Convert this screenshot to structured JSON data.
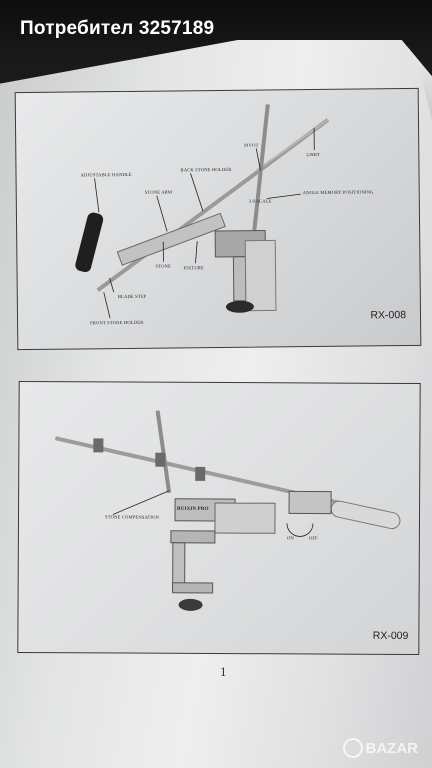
{
  "seller": {
    "name": "Потребител 3257189"
  },
  "figure1": {
    "code": "RX-008",
    "labels": {
      "adjustable_handle": "ADJUSTABLE HANDLE",
      "back_stone_holder": "BACK STONE HOLDER",
      "stone_arm": "STONE ARM",
      "pivot": "PIVOT",
      "limit": "LIMIT",
      "angle_memory": "ANGLE MEMORY POSITIONING",
      "scale": "3.0 SCALE",
      "stone": "STONE",
      "fixture": "FIXTURE",
      "blade_step": "BLADE STEP",
      "front_stone_holder": "FRONT STONE HOLDER"
    }
  },
  "figure2": {
    "code": "RX-009",
    "labels": {
      "stone_compensation": "STONE COMPENSATION",
      "brand_plate": "RUIXIN PRO",
      "on": "ON",
      "off": "OFF"
    }
  },
  "page": {
    "number": "1"
  },
  "watermark": {
    "text": "BAZAR"
  }
}
